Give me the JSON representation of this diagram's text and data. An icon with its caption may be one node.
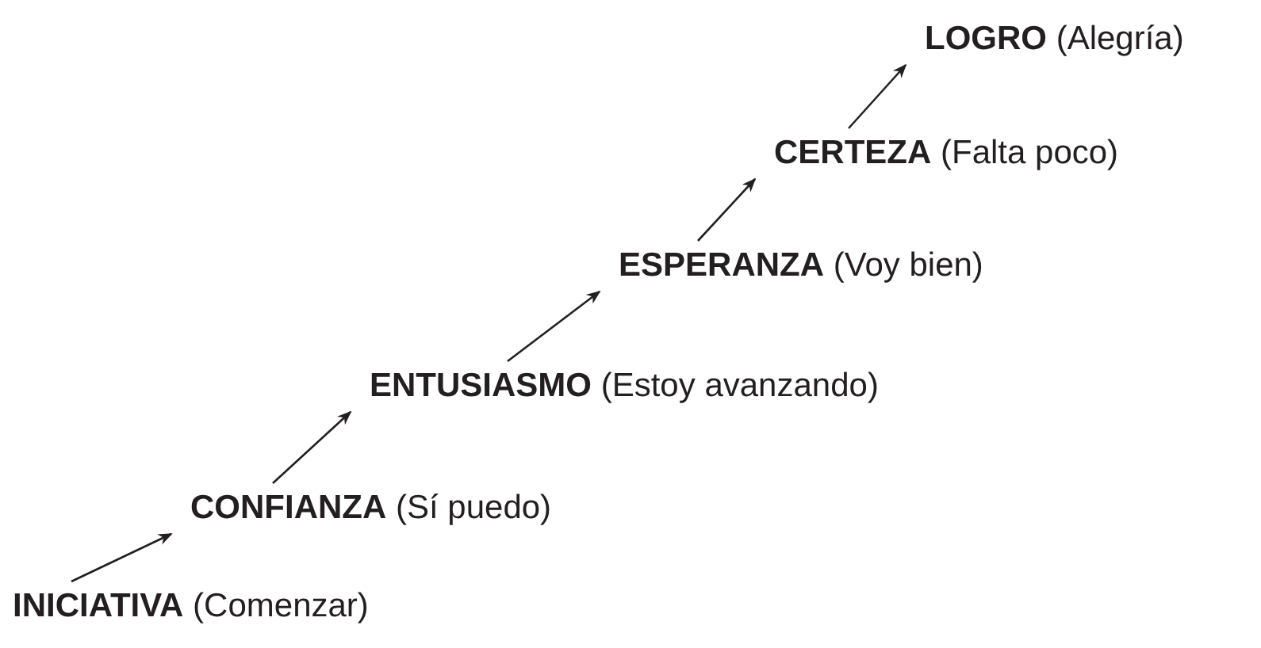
{
  "diagram": {
    "nodes": [
      {
        "text": [
          "**INICIATIVA** (Comenzar)"
        ]
      },
      {
        "text": [
          "**CONFIANZA** (Sí puedo)"
        ]
      },
      {
        "text": [
          "**ENTUSIASMO** (Estoy avanzando)"
        ]
      },
      {
        "text": [
          "**ESPERANZA** (Voy bien)"
        ]
      },
      {
        "text": [
          "**CERTEZA** (Falta poco)"
        ]
      },
      {
        "text": [
          "**LOGRO** (Alegría)"
        ]
      }
    ],
    "edges": [
      {
        "from": 0,
        "to": 1,
        "arrow": "to"
      },
      {
        "from": 1,
        "to": 2,
        "arrow": "to"
      },
      {
        "from": 2,
        "to": 3,
        "arrow": "to"
      },
      {
        "from": 3,
        "to": 4,
        "arrow": "to"
      },
      {
        "from": 4,
        "to": 5,
        "arrow": "to"
      }
    ]
  }
}
